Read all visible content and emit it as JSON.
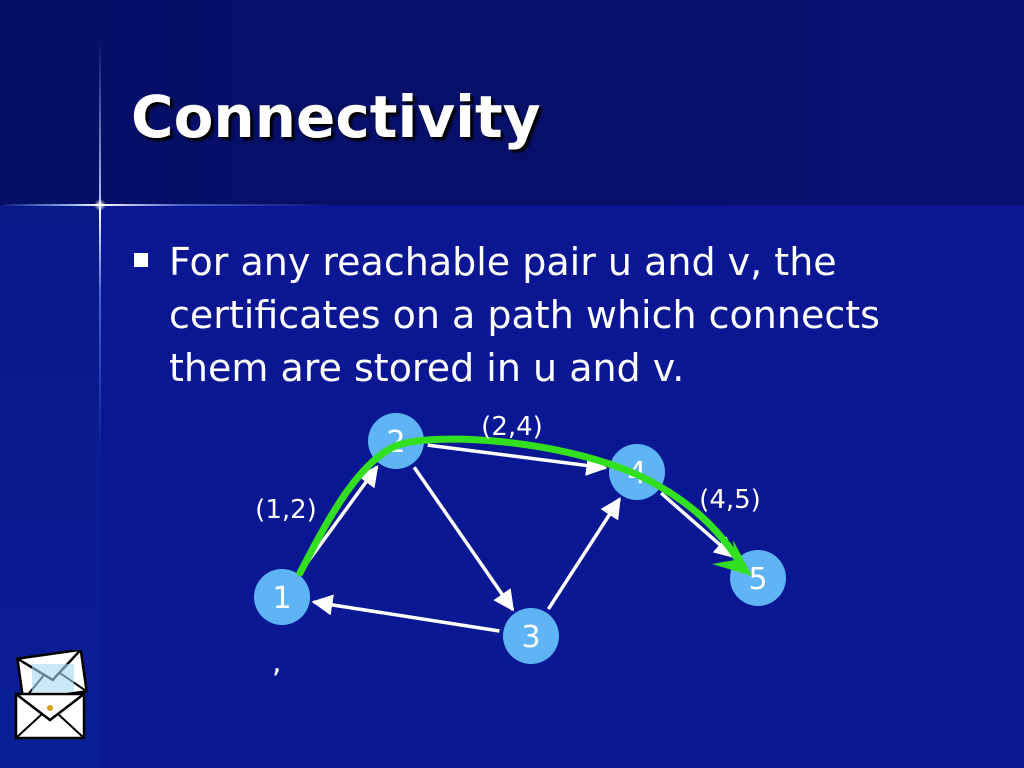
{
  "slide": {
    "title": "Connectivity",
    "bullets": [
      {
        "text": "For any reachable pair u and v, the certificates on a path which connects them are stored in u and v."
      }
    ]
  },
  "graph": {
    "nodes": [
      {
        "id": "1",
        "label": "1"
      },
      {
        "id": "2",
        "label": "2"
      },
      {
        "id": "3",
        "label": "3"
      },
      {
        "id": "4",
        "label": "4"
      },
      {
        "id": "5",
        "label": "5"
      }
    ],
    "edges": [
      {
        "from": "1",
        "to": "2"
      },
      {
        "from": "2",
        "to": "4"
      },
      {
        "from": "2",
        "to": "3"
      },
      {
        "from": "3",
        "to": "1"
      },
      {
        "from": "3",
        "to": "4"
      },
      {
        "from": "4",
        "to": "5"
      }
    ],
    "edge_labels": [
      {
        "text": "(1,2)"
      },
      {
        "text": "(2,4)"
      },
      {
        "text": "(4,5)"
      }
    ],
    "highlighted_path": [
      "1",
      "2",
      "4",
      "5"
    ],
    "stray_mark": ","
  },
  "colors": {
    "background": "#0A1692",
    "title_band": "#050F66",
    "text": "#FFFFFF",
    "node_fill": "#5FB4F5",
    "edge": "#FFFFFF",
    "path_highlight": "#33E01F"
  },
  "icons": [
    "envelope-icon"
  ]
}
